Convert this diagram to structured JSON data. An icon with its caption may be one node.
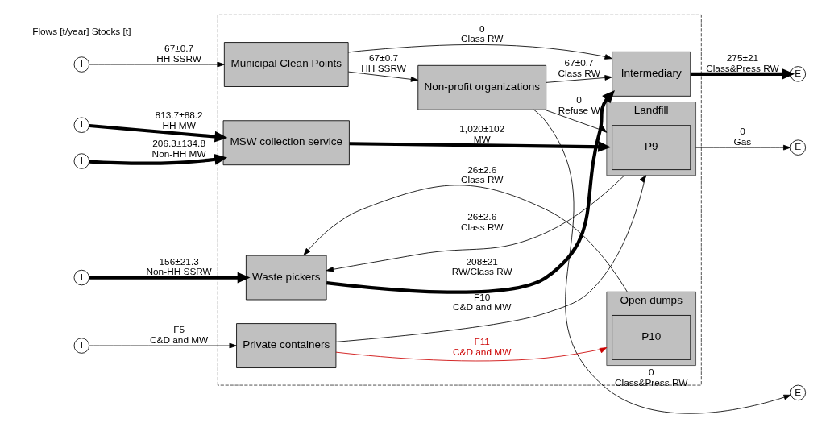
{
  "diagram": {
    "nodes": [
      {
        "text": [],
        "shape": "box"
      },
      {
        "text": [
          "I"
        ]
      },
      {
        "text": [
          "I"
        ]
      },
      {
        "text": [
          "I"
        ]
      },
      {
        "text": [
          "I"
        ]
      },
      {
        "text": [
          "I"
        ]
      },
      {
        "text": [
          "Municipal Clean Points"
        ],
        "in": 0
      },
      {
        "text": [
          "Non-profit organizations"
        ],
        "in": 0
      },
      {
        "text": [
          "MSW collection service"
        ],
        "in": 0
      },
      {
        "text": [
          "Intermediary"
        ],
        "in": 0
      },
      {
        "text": [
          "Waste pickers"
        ],
        "in": 0
      },
      {
        "text": [
          "Landfill"
        ],
        "in": 0
      },
      {
        "text": [
          "P9"
        ],
        "in": 11
      },
      {
        "text": [
          "Private containers"
        ],
        "in": 0
      },
      {
        "text": [
          "Open dumps"
        ],
        "in": 0
      },
      {
        "text": [
          "P10"
        ],
        "in": 14
      },
      {
        "text": [
          "E"
        ]
      },
      {
        "text": [
          "E"
        ]
      },
      {
        "text": [
          "E"
        ]
      }
    ],
    "edges": [
      {
        "from": 1,
        "to": 6,
        "arrow": "to",
        "label": "67±0.7 HH SSRW"
      },
      {
        "from": 6,
        "to": 7,
        "arrow": "to",
        "label": "67±0.7 HH SSRW"
      },
      {
        "from": 6,
        "to": 9,
        "arrow": "to",
        "label": "0 Class RW"
      },
      {
        "from": 7,
        "to": 16,
        "arrow": "to",
        "label": "0 Class&Press RW"
      },
      {
        "from": 7,
        "to": 11,
        "arrow": "to",
        "label": "0 Refuse W"
      },
      {
        "from": 7,
        "to": 9,
        "arrow": "to",
        "label": "67±0.7 Class RW"
      },
      {
        "from": 2,
        "to": 8,
        "arrow": "to",
        "label": "813.7±88.2 HH MW",
        "style": "thick"
      },
      {
        "from": 3,
        "to": 8,
        "arrow": "to",
        "label": "206.3±134.8 Non-HH MW",
        "style": "thick"
      },
      {
        "from": 8,
        "to": 11,
        "arrow": "to",
        "label": "1,020±102 MW",
        "style": "thick"
      },
      {
        "from": 9,
        "to": 17,
        "arrow": "to",
        "label": "275±21 Class&Press RW",
        "style": "thick"
      },
      {
        "from": 10,
        "to": 9,
        "arrow": "to",
        "label": "208±21 RW/Class RW",
        "style": "thick"
      },
      {
        "from": 4,
        "to": 10,
        "arrow": "to",
        "label": "156±21.3 Non-HH SSRW",
        "style": "thick"
      },
      {
        "from": 11,
        "to": 18,
        "arrow": "to",
        "label": "0 Gas"
      },
      {
        "from": 11,
        "to": 10,
        "arrow": "to",
        "label": "26±2.6 Class RW"
      },
      {
        "from": 14,
        "to": 10,
        "arrow": "to",
        "label": "26±2.6 Class RW"
      },
      {
        "from": 13,
        "to": 11,
        "arrow": "to",
        "label": "F10 C&D and MW"
      },
      {
        "from": 13,
        "to": 14,
        "arrow": "to",
        "label": "F11 C&D and MW",
        "color": "#cc0000"
      },
      {
        "from": 5,
        "to": 13,
        "arrow": "to",
        "label": "F5 C&D and MW"
      }
    ],
    "labels": [
      "Flows [t/year] Stocks [t]"
    ]
  }
}
